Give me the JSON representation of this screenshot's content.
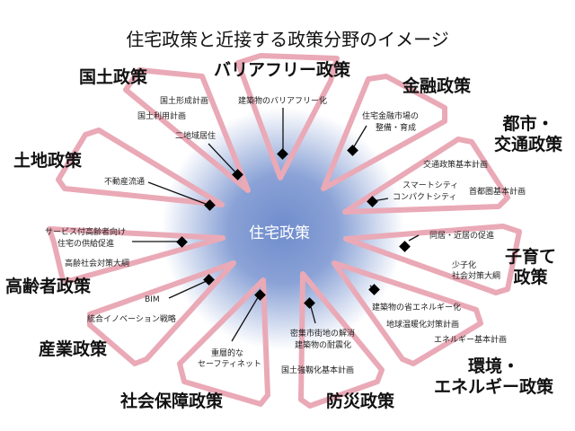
{
  "title": "住宅政策と近接する政策分野のイメージ",
  "center_label": "住宅政策",
  "colors": {
    "petal_stroke": "#eaa9b6",
    "center_blue": "#6f8ccc",
    "marker": "#000000"
  },
  "petals": [
    {
      "name": "国土政策",
      "items": [
        "国土形成計画",
        "国土利用計画",
        "二地域居住"
      ]
    },
    {
      "name": "バリアフリー政策",
      "items": [
        "建築物のバリアフリー化"
      ]
    },
    {
      "name": "金融政策",
      "items": [
        "住宅金融市場の",
        "整備・育成"
      ]
    },
    {
      "name_lines": [
        "都市・",
        "交通政策"
      ],
      "items": [
        "交通政策基本計画",
        "スマートシティ",
        "コンパクトシティ",
        "首都圏基本計画"
      ]
    },
    {
      "name_lines": [
        "子育て",
        "政策"
      ],
      "items": [
        "同居・近居の促進",
        "少子化",
        "社会対策大綱"
      ]
    },
    {
      "name_lines": [
        "環境・",
        "エネルギー政策"
      ],
      "items": [
        "建築物の省エネルギー化",
        "地球温暖化対策計画",
        "エネルギー基本計画"
      ]
    },
    {
      "name": "防災政策",
      "items": [
        "密集市街地の解消",
        "建築物の耐震化",
        "国土強靱化基本計画"
      ]
    },
    {
      "name": "社会保障政策",
      "items": [
        "重層的な",
        "セーフティネット"
      ]
    },
    {
      "name": "産業政策",
      "items": [
        "BIM",
        "統合イノベーション戦略"
      ]
    },
    {
      "name": "高齢者政策",
      "items": [
        "サービス付高齢者向け",
        "住宅の供給促進",
        "高齢社会対策大綱"
      ]
    },
    {
      "name": "土地政策",
      "items": [
        "不動産流通"
      ]
    }
  ]
}
